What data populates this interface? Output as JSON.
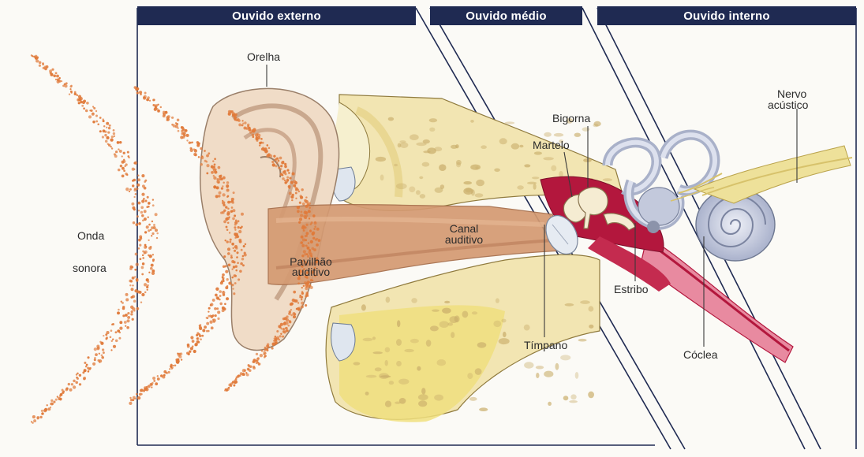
{
  "sections": {
    "external": "Ouvido externo",
    "middle": "Ouvido médio",
    "inner": "Ouvido interno"
  },
  "labels": {
    "sound_wave_1": "Onda",
    "sound_wave_2": "sonora",
    "pinna": "Orelha",
    "auricle_1": "Pavilhão",
    "auricle_2": "auditivo",
    "canal_1": "Canal",
    "canal_2": "auditivo",
    "incus": "Bigorna",
    "malleus": "Martelo",
    "stapes": "Estribo",
    "eardrum": "Tímpano",
    "cochlea": "Cóclea",
    "nerve_1": "Nervo",
    "nerve_2": "acústico"
  },
  "colors": {
    "header_band": "#1f2a52",
    "sound_wave": "#e07a3a",
    "bone": "#f3e7b8",
    "bone_spot": "#c9ad6a",
    "ear_skin": "#f1ddc9",
    "canal": "#d9a27c",
    "middle_cavity": "#b3173d",
    "ossicles": "#f5ecd2",
    "labyrinth": "#c7cde0",
    "nerve": "#eee19a",
    "eustachian_tube": "#d85a75"
  }
}
